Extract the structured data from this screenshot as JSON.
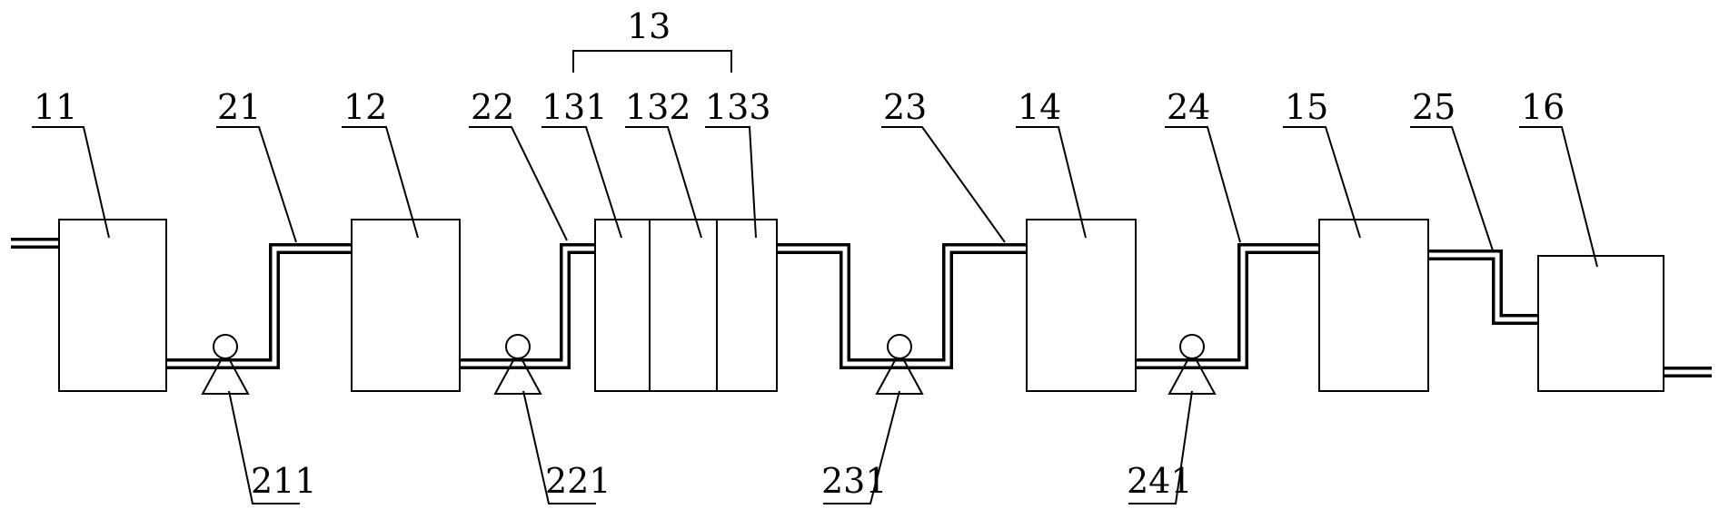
{
  "labels": {
    "tank_11": "11",
    "tank_12": "12",
    "group_13": "13",
    "unit_131": "131",
    "unit_132": "132",
    "unit_133": "133",
    "tank_14": "14",
    "tank_15": "15",
    "tank_16": "16",
    "pipe_21": "21",
    "pipe_22": "22",
    "pipe_23": "23",
    "pipe_24": "24",
    "pipe_25": "25",
    "pump_211": "211",
    "pump_221": "221",
    "pump_231": "231",
    "pump_241": "241"
  }
}
